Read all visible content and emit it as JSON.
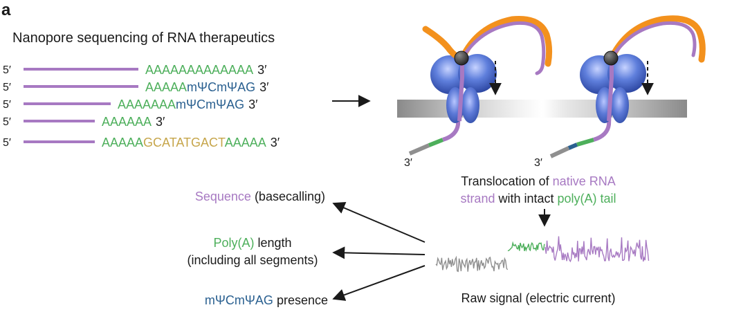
{
  "panel_label": "a",
  "title": "Nanopore sequencing of RNA therapeutics",
  "colors": {
    "purple": "#a779c2",
    "green": "#4daf5b",
    "blue": "#2a6090",
    "gold": "#c6a54a",
    "orange": "#f3911d",
    "gray_signal": "#8f8f8f",
    "membrane": "#b9b9b9",
    "protein": "#3f5fb8"
  },
  "strands": [
    {
      "five": "5′",
      "segments": [
        {
          "text": "AAAAAAAAAAAAA",
          "color": "green"
        }
      ],
      "three": "3′"
    },
    {
      "five": "5′",
      "segments": [
        {
          "text": "AAAAA",
          "color": "green"
        },
        {
          "text": "mΨCmΨAG",
          "color": "blue"
        }
      ],
      "three": "3′"
    },
    {
      "five": "5′",
      "segments": [
        {
          "text": "AAAAAAA",
          "color": "green"
        },
        {
          "text": "mΨCmΨAG",
          "color": "blue"
        }
      ],
      "three": "3′"
    },
    {
      "five": "5′",
      "segments": [
        {
          "text": "AAAAAA",
          "color": "green"
        }
      ],
      "three": "3′"
    },
    {
      "five": "5′",
      "segments": [
        {
          "text": "AAAAA",
          "color": "green"
        },
        {
          "text": "GCATATGACT",
          "color": "gold"
        },
        {
          "text": "AAAAA",
          "color": "green"
        }
      ],
      "three": "3′"
    }
  ],
  "pore_labels": {
    "left_three": "3′",
    "right_three": "3′"
  },
  "translocation": {
    "line1": [
      {
        "text": "Translocation of ",
        "color": "text"
      },
      {
        "text": "native RNA",
        "color": "purple"
      }
    ],
    "line2": [
      {
        "text": "strand",
        "color": "purple"
      },
      {
        "text": " with intact ",
        "color": "text"
      },
      {
        "text": "poly(A) tail",
        "color": "green"
      }
    ]
  },
  "outputs": {
    "sequence": [
      {
        "text": "Sequence",
        "color": "purple"
      },
      {
        "text": " (basecalling)",
        "color": "text"
      }
    ],
    "polya_line1": [
      {
        "text": "Poly(A)",
        "color": "green"
      },
      {
        "text": " length",
        "color": "text"
      }
    ],
    "polya_line2": [
      {
        "text": "(including all segments)",
        "color": "text"
      }
    ],
    "presence": [
      {
        "text": "mΨCmΨAG",
        "color": "blue"
      },
      {
        "text": " presence",
        "color": "text"
      }
    ]
  },
  "signal_label": "Raw signal (electric current)"
}
